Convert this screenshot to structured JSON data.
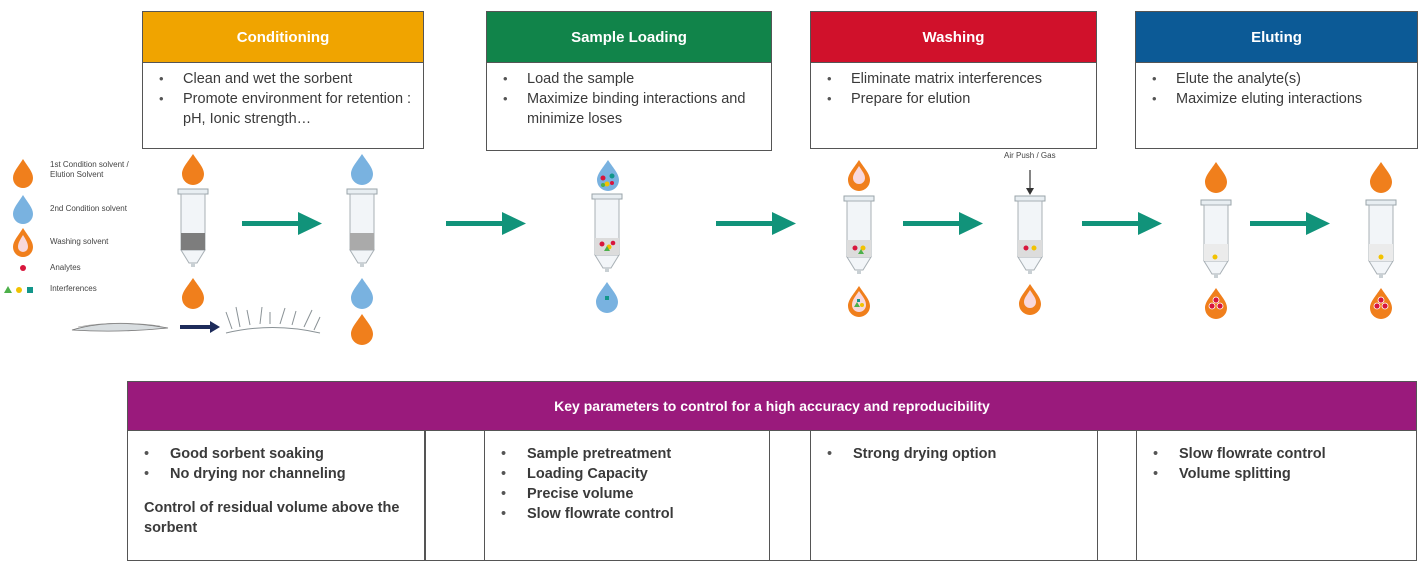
{
  "steps": [
    {
      "title": "Conditioning",
      "color": "#f0a400",
      "bullets": [
        "Clean and wet the sorbent",
        "Promote environment for retention : pH, Ionic strength…"
      ]
    },
    {
      "title": "Sample Loading",
      "color": "#11844a",
      "bullets": [
        "Load the sample",
        "Maximize binding interactions and minimize loses"
      ]
    },
    {
      "title": "Washing",
      "color": "#d0112b",
      "bullets": [
        "Eliminate matrix interferences",
        "Prepare for elution"
      ]
    },
    {
      "title": "Eluting",
      "color": "#0c5a96",
      "bullets": [
        "Elute the analyte(s)",
        "Maximize eluting interactions"
      ]
    }
  ],
  "legend": {
    "solvent1": "1st Condition solvent / Elution Solvent",
    "solvent2": "2nd Condition solvent",
    "washing": "Washing solvent",
    "analytes": "Analytes",
    "interferences": "Interferences"
  },
  "air_push_label": "Air Push / Gas",
  "key_parameters": {
    "title": "Key parameters to control for a high accuracy and reproducibility",
    "color": "#9a1a7c",
    "columns": [
      {
        "bullets": [
          "Good sorbent soaking",
          "No drying nor channeling"
        ],
        "note": "Control of residual volume above the sorbent"
      },
      {
        "bullets": [
          "Sample pretreatment",
          "Loading Capacity",
          "Precise volume",
          "Slow flowrate control"
        ]
      },
      {
        "bullets": [
          "Strong drying option"
        ]
      },
      {
        "bullets": [
          "Slow flowrate control",
          "Volume splitting"
        ]
      }
    ]
  },
  "colors": {
    "orange": "#f07f1c",
    "blue": "#79b2e0",
    "arrow": "#11937a",
    "analyte": "#d8163c",
    "interf_green": "#4db04a",
    "interf_yellow": "#f2c200",
    "interf_teal": "#12968a"
  }
}
